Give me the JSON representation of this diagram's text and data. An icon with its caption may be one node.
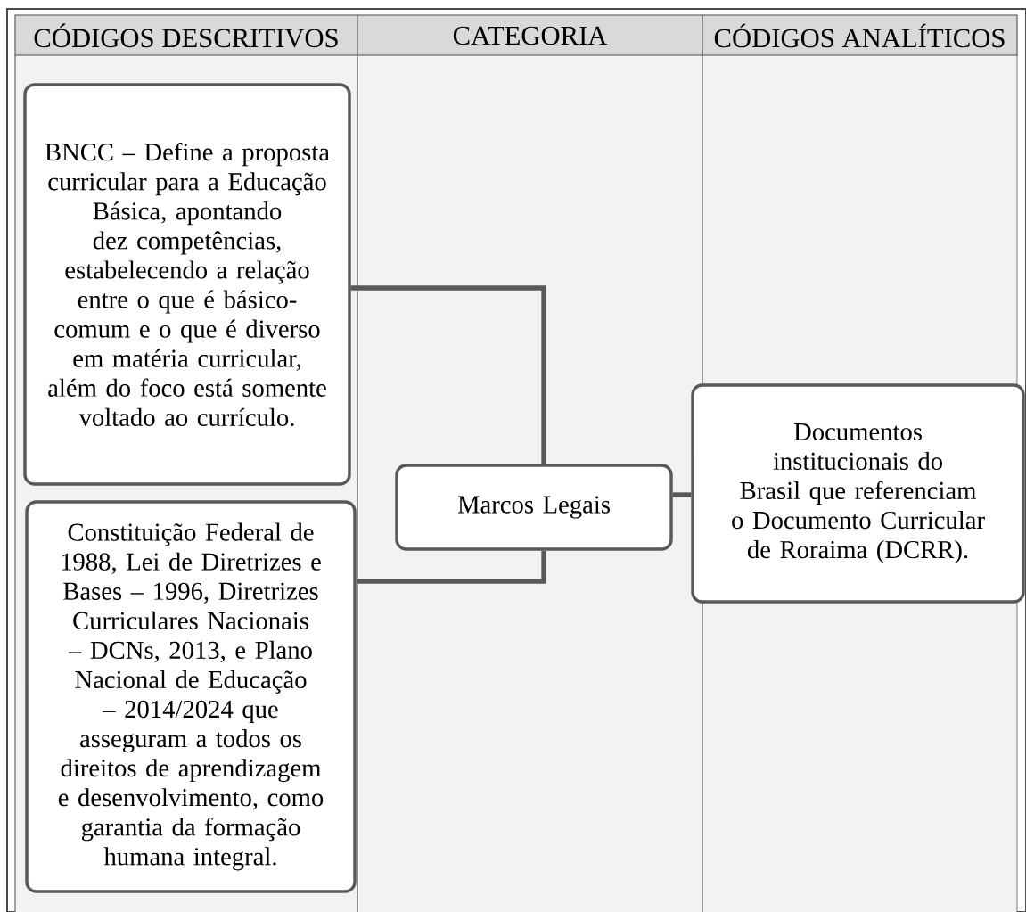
{
  "diagram": {
    "nodes": [
      {
        "text": [
          "BNCC – Define a proposta curricular para a Educação Básica, apontando dez competências, estabelecendo a relação entre o que é básico-comum e o que é diverso em matéria curricular, além do foco está somente voltado ao currículo."
        ]
      },
      {
        "text": [
          "Constituição Federal de 1988, Lei de Diretrizes e Bases – 1996, Diretrizes Curriculares Nacionais – DCNs, 2013, e Plano Nacional de Educação – 2014/2024 que asseguram a todos os direitos de aprendizagem e desenvolvimento, como garantia da formação humana integral."
        ]
      },
      {
        "text": [
          "Marcos Legais"
        ]
      },
      {
        "text": [
          "Documentos institucionais do Brasil que referenciam o Documento Curricular de Roraima (DCRR)."
        ]
      }
    ],
    "edges": [
      {
        "from": 0,
        "to": 2,
        "arrow": "none"
      },
      {
        "from": 1,
        "to": 2,
        "arrow": "none"
      },
      {
        "from": 2,
        "to": 3,
        "arrow": "none"
      }
    ],
    "labels": [
      "CÓDIGOS DESCRITIVOS",
      "CATEGORIA",
      "CÓDIGOS ANALÍTICOS"
    ]
  }
}
